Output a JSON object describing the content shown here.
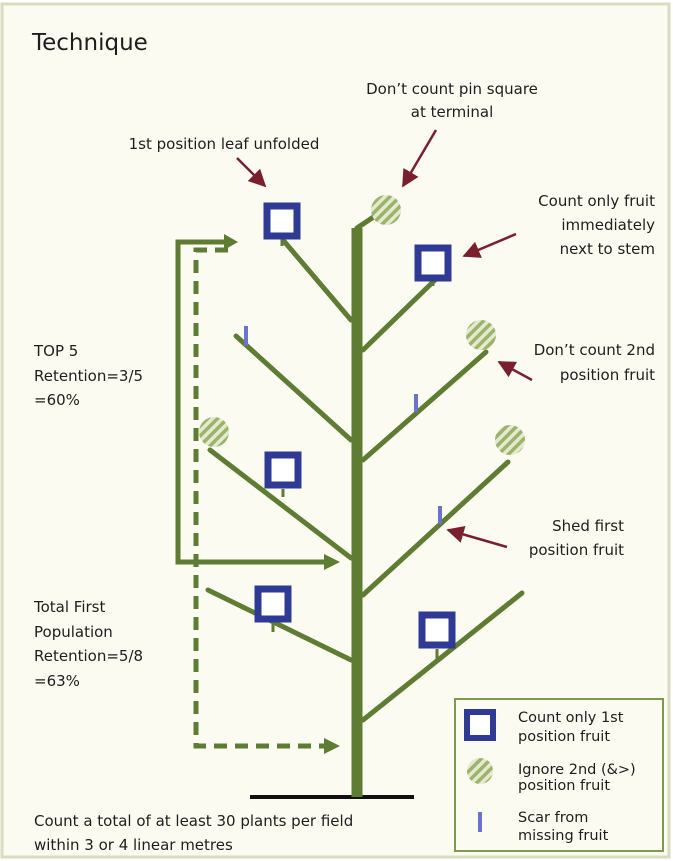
{
  "title": "Technique",
  "colors": {
    "panel_bg": "#fbfbf2",
    "panel_border": "#d8dcc0",
    "stem": "#5e7d33",
    "arrow_dark_red": "#7a1f2e",
    "square_blue": "#2e3a93",
    "boll_green": "#9db36a",
    "scar_blue": "#6a74c9",
    "ground": "#111111"
  },
  "annotations": {
    "pin_square": [
      "Don’t count pin square",
      "at terminal"
    ],
    "first_leaf": [
      "1st position leaf unfolded"
    ],
    "count_only": [
      "Count only fruit",
      "immediately",
      "next to stem"
    ],
    "dont_count_2nd": [
      "Don’t count 2nd",
      "position fruit"
    ],
    "shed_first": [
      "Shed first",
      "position fruit"
    ]
  },
  "top5": [
    "TOP 5",
    "Retention=3/5",
    "=60%"
  ],
  "total": [
    "Total First",
    "Population",
    "Retention=5/8",
    "=63%"
  ],
  "footer": [
    "Count a total of at least 30 plants per field",
    "within 3 or 4 linear metres"
  ],
  "legend": {
    "items": [
      {
        "icon": "square-icon",
        "lines": [
          "Count only 1st",
          "position fruit"
        ]
      },
      {
        "icon": "boll-icon",
        "lines": [
          "Ignore 2nd (&>)",
          "position fruit"
        ]
      },
      {
        "icon": "scar-icon",
        "lines": [
          "Scar from",
          "missing fruit"
        ]
      }
    ]
  }
}
